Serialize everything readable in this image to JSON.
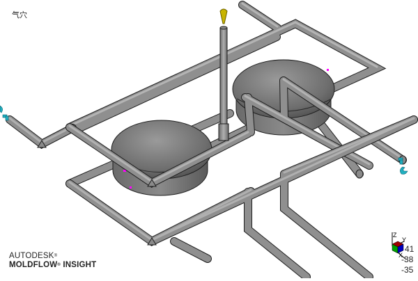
{
  "view": {
    "label": "气穴",
    "result_type": "air-traps"
  },
  "branding": {
    "company": "AUTODESK",
    "product_part1": "MOLDFLOW",
    "product_part2": "INSIGHT"
  },
  "orientation_triad": {
    "axes": [
      "Z",
      "Y",
      "X"
    ],
    "values": [
      "41",
      "-38",
      "-35"
    ],
    "colors": {
      "top": "#a00000",
      "left": "#00a000",
      "right": "#0000c0"
    }
  },
  "scene": {
    "pipe_color": "#8c8c8c",
    "cavity_color": "#7a7a7a",
    "injection_marker_color": "#c8b400",
    "coolant_marker_color": "#20b0c0",
    "air_trap_color": "#ff00ff"
  }
}
